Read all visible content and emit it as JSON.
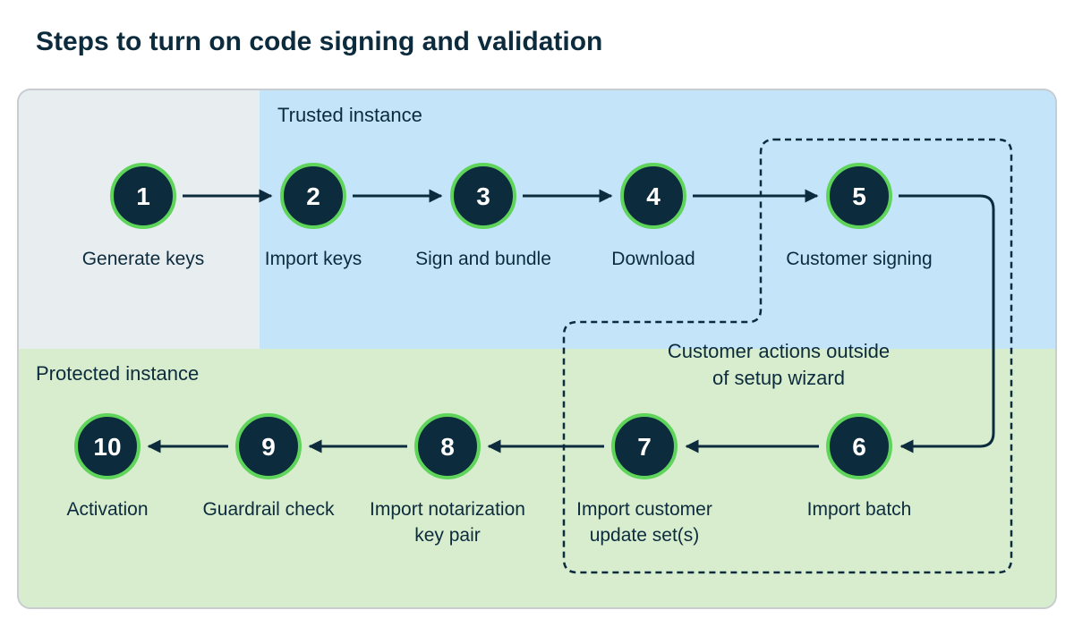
{
  "title": "Steps to turn on code signing and validation",
  "zones": {
    "trusted": "Trusted instance",
    "protected": "Protected instance",
    "customer_actions": [
      "Customer actions outside",
      "of setup wizard"
    ]
  },
  "steps": [
    {
      "number": "1",
      "label": [
        "Generate keys"
      ]
    },
    {
      "number": "2",
      "label": [
        "Import keys"
      ]
    },
    {
      "number": "3",
      "label": [
        "Sign and bundle"
      ]
    },
    {
      "number": "4",
      "label": [
        "Download"
      ]
    },
    {
      "number": "5",
      "label": [
        "Customer signing"
      ]
    },
    {
      "number": "6",
      "label": [
        "Import batch"
      ]
    },
    {
      "number": "7",
      "label": [
        "Import customer",
        "update set(s)"
      ]
    },
    {
      "number": "8",
      "label": [
        "Import notarization",
        "key pair"
      ]
    },
    {
      "number": "9",
      "label": [
        "Guardrail check"
      ]
    },
    {
      "number": "10",
      "label": [
        "Activation"
      ]
    }
  ],
  "colors": {
    "node_fill": "#0c2b3d",
    "node_ring": "#5fd45a",
    "arrow": "#0c2b3d",
    "trusted_bg": "#c4e4fa",
    "setup_bg": "#e8edf0",
    "protected_bg": "#d7edce",
    "frame_border": "#c9cdd1"
  }
}
